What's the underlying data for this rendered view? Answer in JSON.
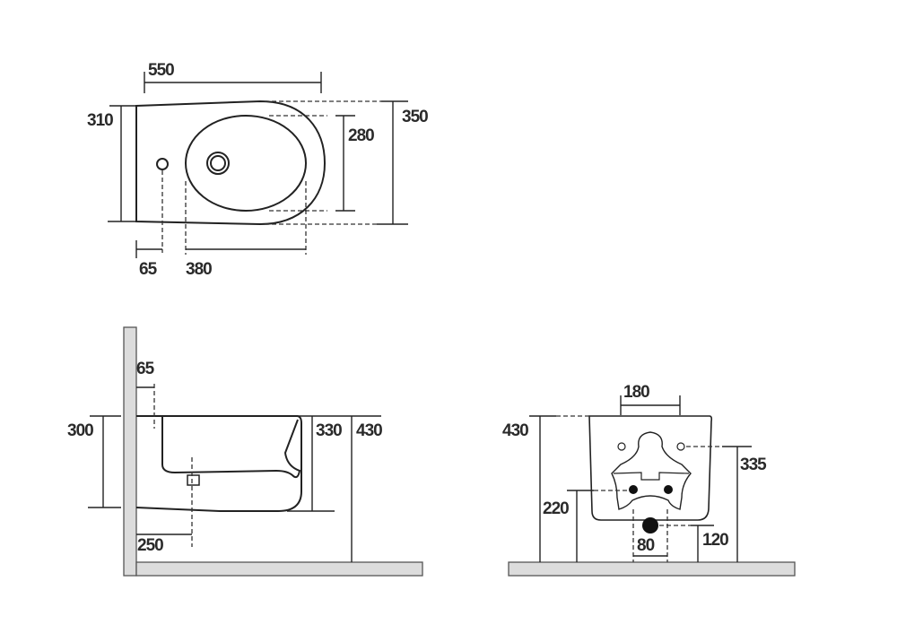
{
  "top_view": {
    "dims": {
      "length": "550",
      "depth_back": "310",
      "depth_total": "350",
      "bowl_width": "280",
      "hole_offset": "65",
      "bowl_length": "380"
    }
  },
  "side_view": {
    "dims": {
      "drain_offset": "65",
      "fixing_height": "300",
      "body_height": "330",
      "rim_height": "430",
      "waste_distance": "250"
    }
  },
  "front_view": {
    "dims": {
      "rim_height": "430",
      "fixing_spacing": "180",
      "fixing_height": "335",
      "supply_height": "220",
      "waste_height": "120",
      "waste_width": "80"
    }
  }
}
